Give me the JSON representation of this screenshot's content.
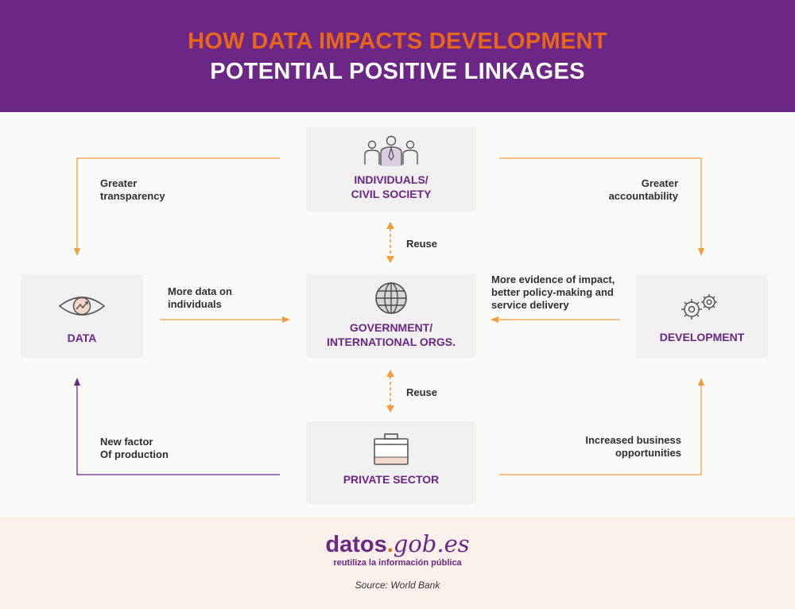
{
  "header": {
    "title": "HOW DATA IMPACTS DEVELOPMENT",
    "subtitle": "POTENTIAL POSITIVE LINKAGES"
  },
  "nodes": {
    "individuals": {
      "line1": "INDIVIDUALS/",
      "line2": "CIVIL SOCIETY",
      "icon": "people-group-icon"
    },
    "government": {
      "line1": "GOVERNMENT/",
      "line2": "INTERNATIONAL ORGS.",
      "icon": "globe-icon"
    },
    "data": {
      "line1": "DATA",
      "icon": "eye-chart-icon"
    },
    "development": {
      "line1": "DEVELOPMENT",
      "icon": "gears-icon"
    },
    "private": {
      "line1": "PRIVATE SECTOR",
      "icon": "briefcase-icon"
    }
  },
  "links": {
    "transparency": {
      "line1": "Greater",
      "line2": "transparency"
    },
    "accountability": {
      "line1": "Greater",
      "line2": "accountability"
    },
    "reuse_top": "Reuse",
    "reuse_bottom": "Reuse",
    "more_data": {
      "line1": "More data on",
      "line2": "individuals"
    },
    "evidence": {
      "line1": "More evidence of  impact,",
      "line2": "better policy-making and",
      "line3": "service delivery"
    },
    "factor": {
      "line1": "New factor",
      "line2": "Of production"
    },
    "business": {
      "line1": "Increased business",
      "line2": "opportunities"
    }
  },
  "colors": {
    "purple": "#6b2686",
    "orange": "#e8651a",
    "arrow_orange": "#f29d3a",
    "box": "#f0f0f0",
    "footer": "#fbf1ea"
  },
  "footer": {
    "brand_main": "datos",
    "brand_dot": ".",
    "brand_rest": "gob.es",
    "tagline": "reutiliza la información pública",
    "source": "Source: World Bank"
  }
}
